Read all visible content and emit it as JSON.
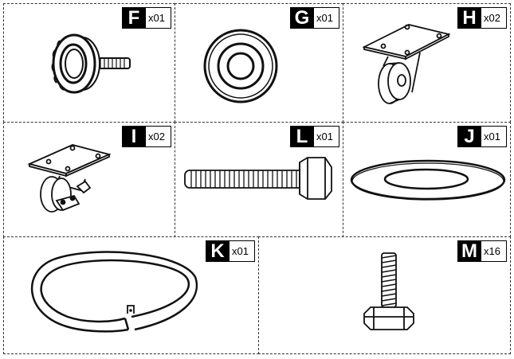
{
  "parts": [
    {
      "id": "F",
      "letter": "F",
      "qty": "x01",
      "icon": "thumb-screw-icon"
    },
    {
      "id": "G",
      "letter": "G",
      "qty": "x01",
      "icon": "washer-disc-icon"
    },
    {
      "id": "H",
      "letter": "H",
      "qty": "x02",
      "icon": "fixed-caster-icon"
    },
    {
      "id": "I",
      "letter": "I",
      "qty": "x02",
      "icon": "swivel-caster-icon"
    },
    {
      "id": "L",
      "letter": "L",
      "qty": "x01",
      "icon": "hex-bolt-icon"
    },
    {
      "id": "J",
      "letter": "J",
      "qty": "x01",
      "icon": "flat-ring-washer-icon"
    },
    {
      "id": "K",
      "letter": "K",
      "qty": "x01",
      "icon": "tube-ring-icon"
    },
    {
      "id": "M",
      "letter": "M",
      "qty": "x16",
      "icon": "short-hex-screw-icon"
    }
  ]
}
